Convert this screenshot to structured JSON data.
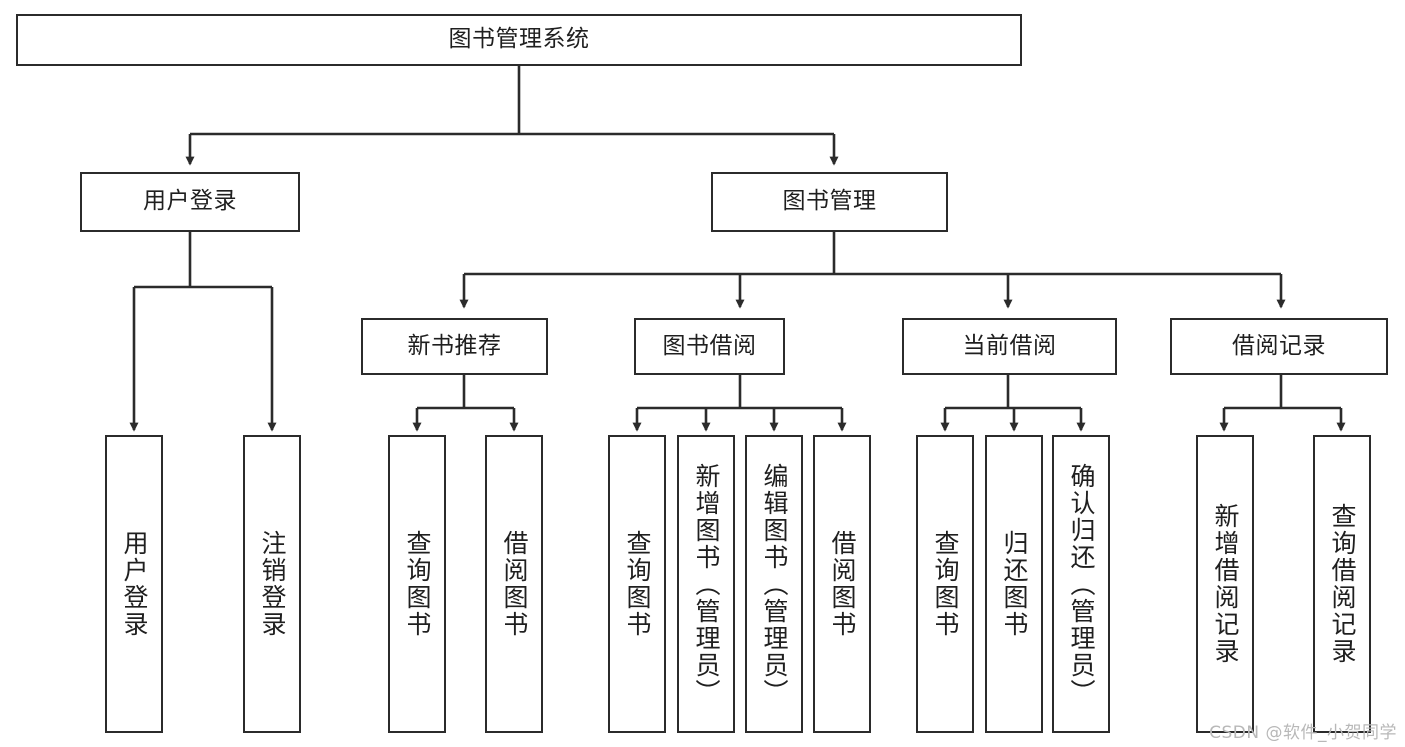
{
  "diagram": {
    "type": "tree",
    "title": "图书管理系统",
    "watermark": "CSDN @软件_小贺同学",
    "colors": {
      "box_border": "#2b2b2b",
      "box_fill": "#ffffff",
      "edge": "#2b2b2b",
      "text": "#1f1f1f",
      "background": "#ffffff",
      "watermark": "#b8b8b8"
    },
    "levels": [
      {
        "level": 0,
        "nodes": [
          {
            "id": "root",
            "label": "图书管理系统",
            "orientation": "horizontal"
          }
        ]
      },
      {
        "level": 1,
        "nodes": [
          {
            "id": "login",
            "label": "用户登录",
            "orientation": "horizontal",
            "parent": "root"
          },
          {
            "id": "bookmgmt",
            "label": "图书管理",
            "orientation": "horizontal",
            "parent": "root"
          }
        ]
      },
      {
        "level": 2,
        "nodes": [
          {
            "id": "newbook",
            "label": "新书推荐",
            "orientation": "horizontal",
            "parent": "bookmgmt"
          },
          {
            "id": "borrow",
            "label": "图书借阅",
            "orientation": "horizontal",
            "parent": "bookmgmt"
          },
          {
            "id": "current",
            "label": "当前借阅",
            "orientation": "horizontal",
            "parent": "bookmgmt"
          },
          {
            "id": "record",
            "label": "借阅记录",
            "orientation": "horizontal",
            "parent": "bookmgmt"
          }
        ]
      },
      {
        "level": 3,
        "nodes": [
          {
            "id": "leaf-user-login",
            "label": "用户登录",
            "orientation": "vertical",
            "parent": "login"
          },
          {
            "id": "leaf-user-logout",
            "label": "注销登录",
            "orientation": "vertical",
            "parent": "login"
          },
          {
            "id": "leaf-newbook-query",
            "label": "查询图书",
            "orientation": "vertical",
            "parent": "newbook"
          },
          {
            "id": "leaf-newbook-borrow",
            "label": "借阅图书",
            "orientation": "vertical",
            "parent": "newbook"
          },
          {
            "id": "leaf-borrow-query",
            "label": "查询图书",
            "orientation": "vertical",
            "parent": "borrow"
          },
          {
            "id": "leaf-borrow-add",
            "label": "新增图书（管理员）",
            "orientation": "vertical",
            "parent": "borrow"
          },
          {
            "id": "leaf-borrow-edit",
            "label": "编辑图书（管理员）",
            "orientation": "vertical",
            "parent": "borrow"
          },
          {
            "id": "leaf-borrow-lend",
            "label": "借阅图书",
            "orientation": "vertical",
            "parent": "borrow"
          },
          {
            "id": "leaf-current-query",
            "label": "查询图书",
            "orientation": "vertical",
            "parent": "current"
          },
          {
            "id": "leaf-current-return",
            "label": "归还图书",
            "orientation": "vertical",
            "parent": "current"
          },
          {
            "id": "leaf-current-confirm",
            "label": "确认归还（管理员）",
            "orientation": "vertical",
            "parent": "current"
          },
          {
            "id": "leaf-record-add",
            "label": "新增借阅记录",
            "orientation": "vertical",
            "parent": "record"
          },
          {
            "id": "leaf-record-query",
            "label": "查询借阅记录",
            "orientation": "vertical",
            "parent": "record"
          }
        ]
      }
    ]
  }
}
